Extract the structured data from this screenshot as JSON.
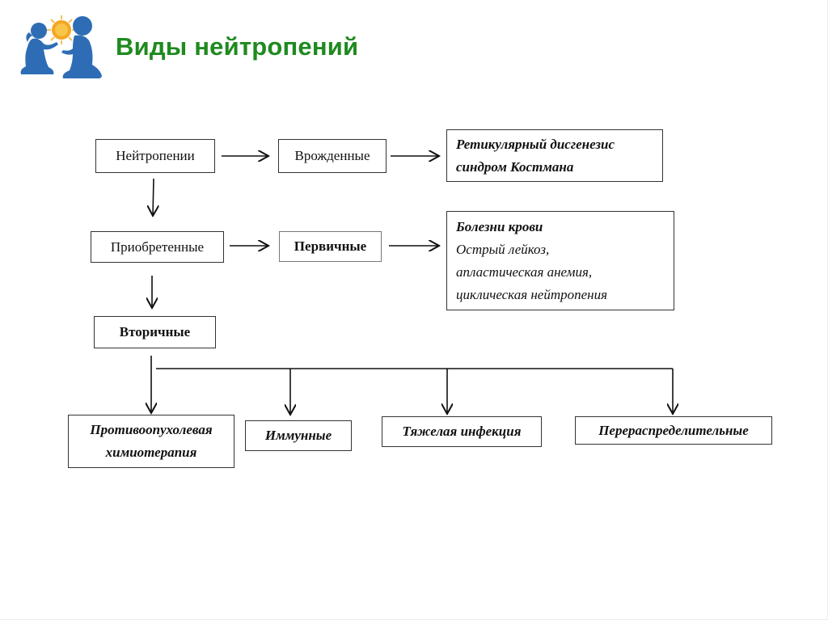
{
  "slide": {
    "title": "Виды нейтропений",
    "logo": "children-with-sun-logo",
    "colors": {
      "title": "#1f8a1f",
      "logo_figures": "#2e6db5",
      "logo_sun": "#f5a623",
      "box_border": "#333333",
      "arrow": "#111111"
    }
  },
  "diagram": {
    "nodes": {
      "neutropenias": "Нейтропении",
      "congenital": "Врожденные",
      "congenital_examples": [
        "Ретикулярный дисгенезис",
        "синдром Костмана"
      ],
      "acquired": "Приобретенные",
      "primary": "Первичные",
      "primary_examples_header": "Болезни крови",
      "primary_examples": [
        "Острый лейкоз,",
        "апластическая анемия,",
        "циклическая нейтропения"
      ],
      "secondary": "Вторичные",
      "antitumor_chemo": [
        "Противоопухолевая",
        "химиотерапия"
      ],
      "immune": "Иммунные",
      "severe_infection": "Тяжелая инфекция",
      "redistributive": "Перераспределительные"
    },
    "edges": [
      [
        "neutropenias",
        "congenital"
      ],
      [
        "congenital",
        "congenital_examples"
      ],
      [
        "neutropenias",
        "acquired"
      ],
      [
        "acquired",
        "primary"
      ],
      [
        "primary",
        "primary_examples"
      ],
      [
        "acquired",
        "secondary"
      ],
      [
        "secondary",
        "antitumor_chemo"
      ],
      [
        "secondary",
        "immune"
      ],
      [
        "secondary",
        "severe_infection"
      ],
      [
        "secondary",
        "redistributive"
      ]
    ]
  }
}
